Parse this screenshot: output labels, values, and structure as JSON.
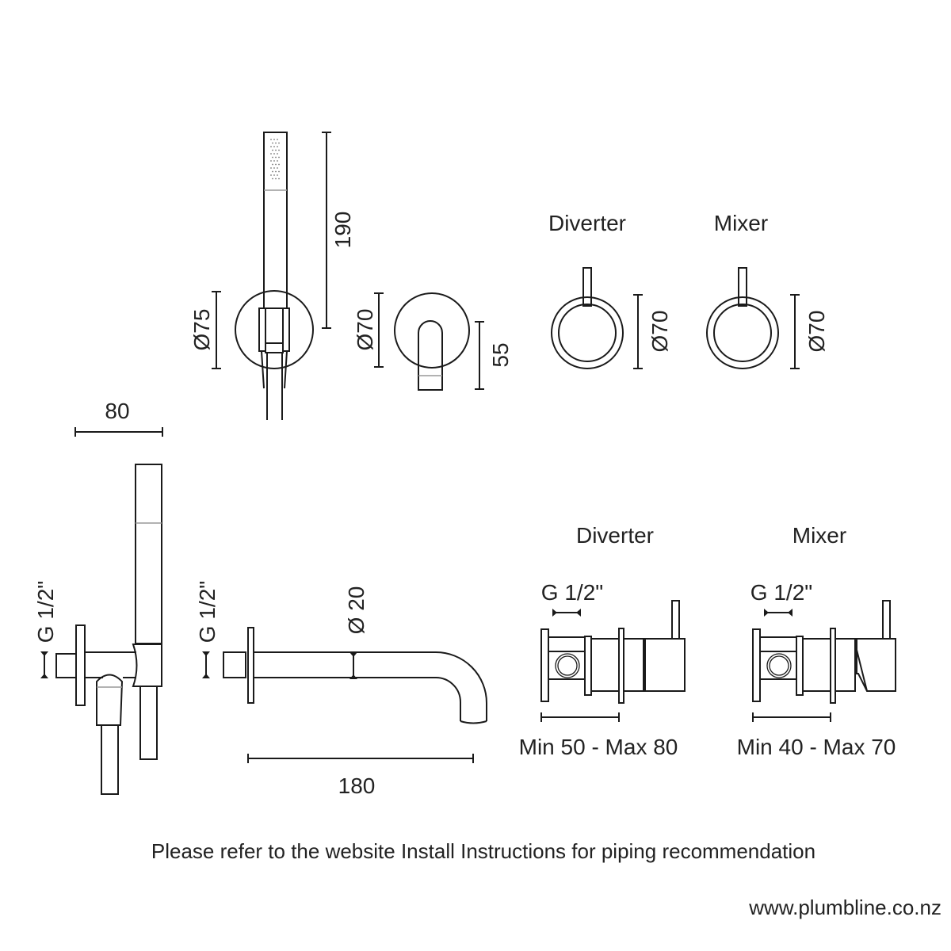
{
  "top_views": {
    "handshower": {
      "height_dim": "190",
      "diameter_dim": "Ø75"
    },
    "spout": {
      "diameter_dim": "Ø70",
      "height_dim": "55"
    },
    "diverter": {
      "label": "Diverter",
      "diameter_dim": "Ø70"
    },
    "mixer": {
      "label": "Mixer",
      "diameter_dim": "Ø70"
    }
  },
  "side_views": {
    "handshower": {
      "width_dim": "80",
      "thread": "G 1/2\""
    },
    "spout": {
      "thread": "G 1/2\"",
      "pipe_diameter": "Ø 20",
      "length_dim": "180"
    },
    "diverter": {
      "label": "Diverter",
      "thread": "G 1/2\"",
      "depth_range": "Min 50 - Max 80"
    },
    "mixer": {
      "label": "Mixer",
      "thread": "G 1/2\"",
      "depth_range": "Min 40 - Max 70"
    }
  },
  "footer": {
    "note": "Please refer to the website Install Instructions for piping recommendation",
    "website": "www.plumbline.co.nz"
  }
}
